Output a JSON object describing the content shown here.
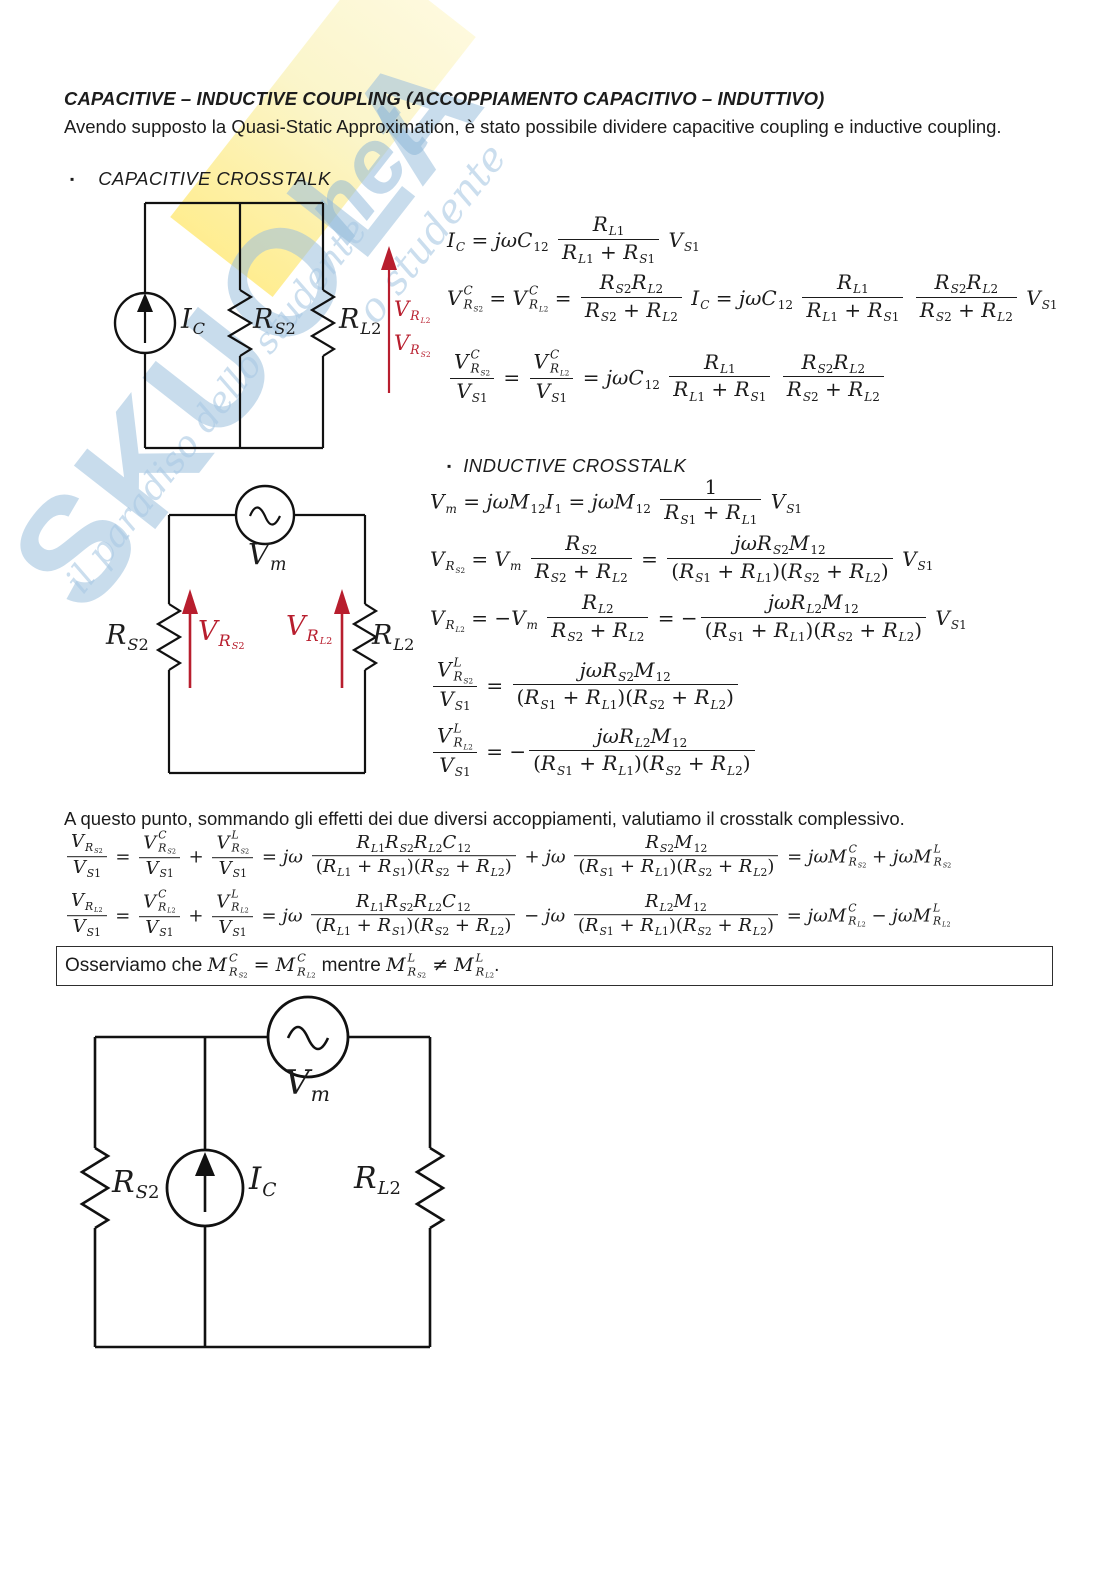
{
  "page": {
    "bg": "#ffffff",
    "ink": "#1c1c1c",
    "accent_red": "#b81e2e"
  },
  "watermark": {
    "word": "SKUOLA",
    "suffix": "net",
    "tagline1": "il paradiso dello studente",
    "tagline2": "o studente",
    "blue": "#9cc0de",
    "yellow": "#ffe24d"
  },
  "header": {
    "title": "CAPACITIVE – INDUCTIVE COUPLING (ACCOPPIAMENTO CAPACITIVO – INDUTTIVO)",
    "intro": "Avendo supposto la Quasi-Static Approximation, è stato possibile dividere capacitive coupling e inductive coupling."
  },
  "sections": {
    "capacitive": {
      "bullet": "▪",
      "label": "CAPACITIVE CROSSTALK"
    },
    "inductive": {
      "bullet": "▪",
      "label": "INDUCTIVE CROSSTALK"
    }
  },
  "summary": {
    "intro": "A questo punto, sommando gli effetti dei due diversi accoppiamenti, valutiamo il crosstalk complessivo."
  },
  "equations": {
    "cap_ic": "I_{C} = jωC_{12} \\frac{R_{L1}}{R_{L1} + R_{S1}} V_{S1}",
    "cap_v": "V^{C}_{R_{S2}} = V^{C}_{R_{L2}} = \\frac{R_{S2}R_{L2}}{R_{S2} + R_{L2}} I_{C} = jωC_{12} \\frac{R_{L1}}{R_{L1} + R_{S1}} \\frac{R_{S2}R_{L2}}{R_{S2} + R_{L2}} V_{S1}",
    "cap_ratio": "\\frac{V^{C}_{R_{S2}}}{V_{S1}} = \\frac{V^{C}_{R_{L2}}}{V_{S1}} = jωC_{12} \\frac{R_{L1}}{R_{L1} + R_{S1}} \\frac{R_{S2}R_{L2}}{R_{S2} + R_{L2}}",
    "ind_vm": "V_{m} = jωM_{12}I_{1} = jωM_{12} \\frac{1}{R_{S1} + R_{L1}} V_{S1}",
    "ind_vrs2": "V_{R_{S2}} = V_{m} \\frac{R_{S2}}{R_{S2} + R_{L2}} = \\frac{jωR_{S2}M_{12}}{(R_{S1} + R_{L1})(R_{S2} + R_{L2})} V_{S1}",
    "ind_vrl2": "V_{R_{L2}} = −V_{m} \\frac{R_{L2}}{R_{S2} + R_{L2}} = −\\frac{jωR_{L2}M_{12}}{(R_{S1} + R_{L1})(R_{S2} + R_{L2})} V_{S1}",
    "ind_ratio_s2": "\\frac{V^{L}_{R_{S2}}}{V_{S1}} = \\frac{jωR_{S2}M_{12}}{(R_{S1} + R_{L1})(R_{S2} + R_{L2})}",
    "ind_ratio_l2": "\\frac{V^{L}_{R_{L2}}}{V_{S1}} = −\\frac{jωR_{L2}M_{12}}{(R_{S1} + R_{L1})(R_{S2} + R_{L2})}",
    "sum_s2": "\\frac{V_{R_{S2}}}{V_{S1}} = \\frac{V^{C}_{R_{S2}}}{V_{S1}} + \\frac{V^{L}_{R_{S2}}}{V_{S1}} = jω \\frac{R_{L1}R_{S2}R_{L2}C_{12}}{(R_{L1} + R_{S1})(R_{S2} + R_{L2})} + jω \\frac{R_{S2}M_{12}}{(R_{S1} + R_{L1})(R_{S2} + R_{L2})} = jωM^{C}_{R_{S2}} + jωM^{L}_{R_{S2}}",
    "sum_l2": "\\frac{V_{R_{L2}}}{V_{S1}} = \\frac{V^{C}_{R_{L2}}}{V_{S1}} + \\frac{V^{L}_{R_{L2}}}{V_{S1}} = jω \\frac{R_{L1}R_{S2}R_{L2}C_{12}}{(R_{L1} + R_{S1})(R_{S2} + R_{L2})} − jω \\frac{R_{L2}M_{12}}{(R_{S1} + R_{L1})(R_{S2} + R_{L2})} = jωM^{C}_{R_{L2}} − jωM^{L}_{R_{L2}}"
  },
  "note": {
    "math": "\\text{Osserviamo che } M^{C}_{R_{S2}} = M^{C}_{R_{L2}} \\text{ mentre } M^{L}_{R_{S2}} ≠ M^{L}_{R_{L2}}\\text{.}"
  },
  "circuits": {
    "capacitive": {
      "source": "I_{C}",
      "r_source": "R_{S2}",
      "r_load": "R_{L2}",
      "v_load": "V_{R_{L2}}",
      "v_source": "V_{R_{S2}}"
    },
    "inductive": {
      "source": "V_{m}",
      "r_source": "R_{S2}",
      "r_load": "R_{L2}",
      "v_source": "V_{R_{S2}}",
      "v_load": "V_{R_{L2}}"
    },
    "combined": {
      "v_source": "V_{m}",
      "i_source": "I_{C}",
      "r_source": "R_{S2}",
      "r_load": "R_{L2}"
    }
  }
}
